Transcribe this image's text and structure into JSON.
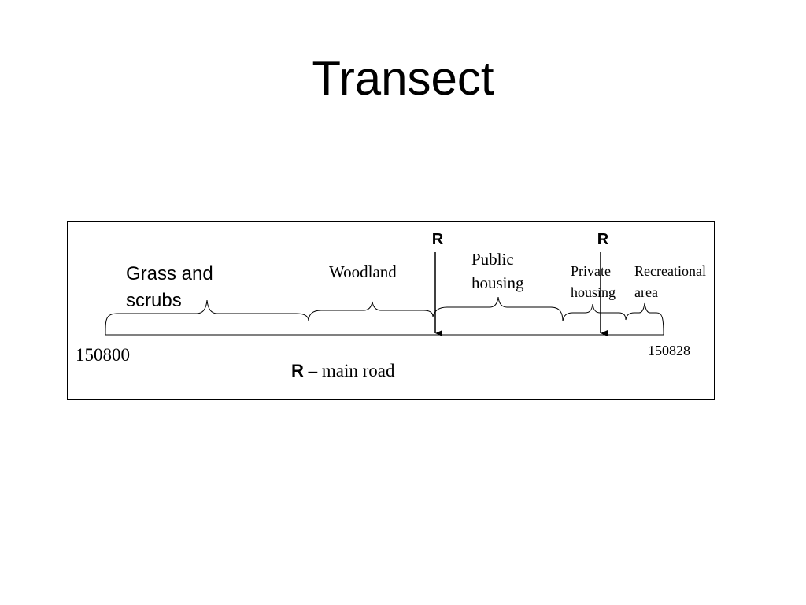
{
  "title": "Transect",
  "transect": {
    "start_label": "150800",
    "end_label": "150828",
    "road_markers": [
      {
        "label": "R"
      },
      {
        "label": "R"
      }
    ],
    "zones": [
      {
        "lines": [
          "Grass and",
          "scrubs"
        ]
      },
      {
        "lines": [
          "Woodland"
        ]
      },
      {
        "lines": [
          "Public",
          "housing"
        ]
      },
      {
        "lines": [
          "Private",
          "housing"
        ]
      },
      {
        "lines": [
          "Recreational",
          "area"
        ]
      }
    ],
    "legend": {
      "symbol": "R",
      "text": " – main road"
    }
  },
  "colors": {
    "background": "#ffffff",
    "ink": "#000000"
  }
}
